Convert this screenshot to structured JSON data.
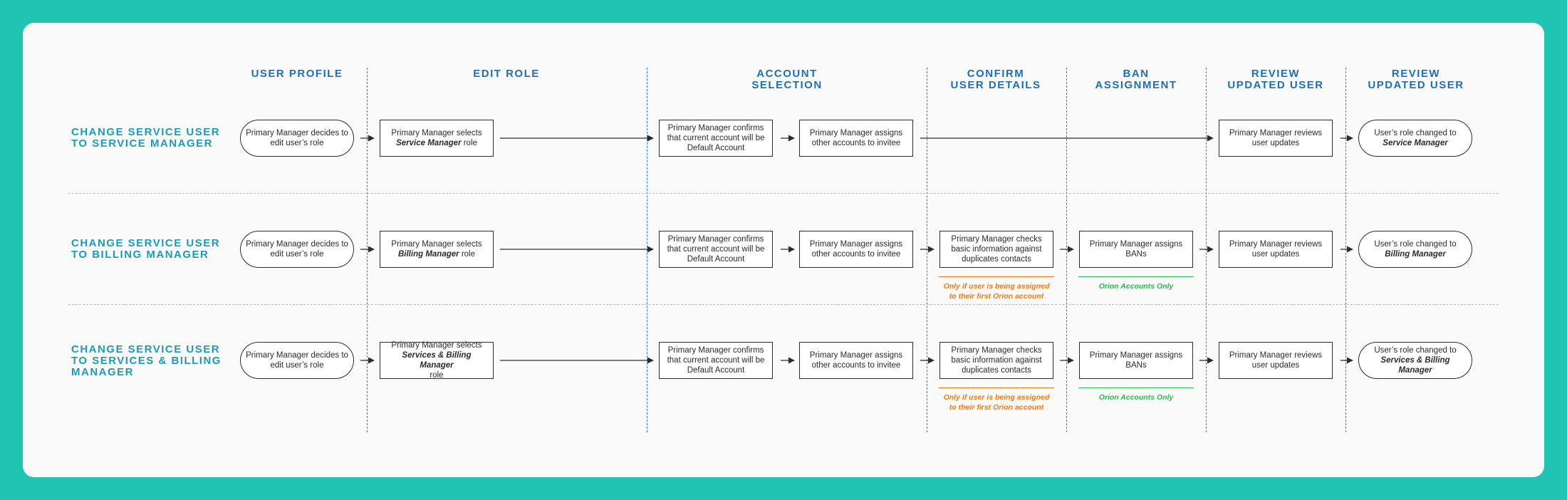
{
  "columns": [
    "USER PROFILE",
    "EDIT ROLE",
    "ACCOUNT\nSELECTION",
    "CONFIRM\nUSER DETAILS",
    "BAN\nASSIGNMENT",
    "REVIEW\nUPDATED USER",
    "REVIEW\nUPDATED USER"
  ],
  "rows": [
    {
      "label": "CHANGE SERVICE USER\nTO SERVICE MANAGER",
      "profile": "Primary Manager decides to edit user’s role",
      "edit_pre": "Primary Manager selects",
      "edit_role": "Service Manager",
      "edit_post": "role",
      "confirm_default": "Primary Manager confirms that current account will be Default Account",
      "assign_accounts": "Primary Manager assigns other accounts to invitee",
      "review": "Primary Manager reviews user updates",
      "result_pre": "User’s role changed to",
      "result_role": "Service Manager"
    },
    {
      "label": "CHANGE SERVICE USER\nTO BILLING MANAGER",
      "profile": "Primary Manager decides to edit user’s role",
      "edit_pre": "Primary Manager selects",
      "edit_role": "Billing Manager",
      "edit_post": "role",
      "confirm_default": "Primary Manager confirms that current account will be Default Account",
      "assign_accounts": "Primary Manager assigns other accounts to invitee",
      "check_contacts": "Primary Manager checks basic information against duplicates contacts",
      "check_note": "Only if  user is being assigned\nto their first Orion account",
      "assign_bans": "Primary Manager assigns BANs",
      "bans_note": "Orion Accounts Only",
      "review": "Primary Manager reviews user updates",
      "result_pre": "User’s role changed to",
      "result_role": "Billing Manager"
    },
    {
      "label": "CHANGE SERVICE USER\nTO SERVICES & BILLING\nMANAGER",
      "profile": "Primary Manager decides to edit user’s role",
      "edit_pre": "Primary Manager selects",
      "edit_role": "Services & Billing Manager",
      "edit_post": "role",
      "confirm_default": "Primary Manager confirms that current account will be Default Account",
      "assign_accounts": "Primary Manager assigns other accounts to invitee",
      "check_contacts": "Primary Manager checks basic information against duplicates contacts",
      "check_note": "Only if  user is being assigned\nto their first Orion account",
      "assign_bans": "Primary Manager assigns BANs",
      "bans_note": "Orion Accounts Only",
      "review": "Primary Manager reviews user updates",
      "result_pre": "User’s role changed to",
      "result_role": "Services & Billing Manager"
    }
  ],
  "colors": {
    "frame": "#1fc4b2",
    "column_header": "#1f6fb2",
    "row_header": "#1d9ab7",
    "divider": "#2c7be5",
    "note_orange": "#f07b16",
    "note_green": "#2fb84e"
  }
}
